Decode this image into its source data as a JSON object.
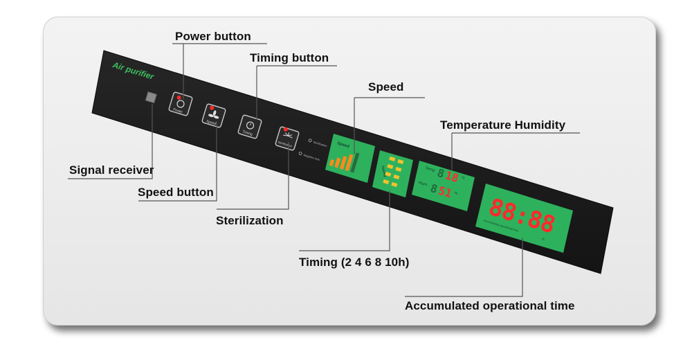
{
  "device": {
    "brand_label": "Air purifier",
    "buttons": {
      "power": "Power",
      "speed": "Speed",
      "timing": "Timing",
      "sterilization": "Sterilization"
    },
    "indicators": {
      "sterilization": "Sterilization",
      "negative_ion": "Negative ions"
    },
    "speed_panel": {
      "label": "Speed",
      "levels": 5
    },
    "timing_panel": {
      "label": "Timing",
      "options_hours": [
        2,
        4,
        6,
        8,
        10
      ]
    },
    "temp_panel": {
      "temp_label": "Temp",
      "temp_value": "18",
      "temp_unit": "°C",
      "hum_label": "Hum",
      "hum_value": "51",
      "hum_unit": "%"
    },
    "time_panel": {
      "value": "88:88",
      "label": "Accumulated operational time",
      "unit": "H"
    }
  },
  "callouts": {
    "power": "Power button",
    "timing": "Timing button",
    "speed": "Speed",
    "temp_humidity": "Temperature Humidity",
    "signal": "Signal receiver",
    "speed_button": "Speed button",
    "sterilization": "Sterilization",
    "timing_hours": "Timing (2 4 6 8 10h)",
    "accumulated": "Accumulated operational time"
  },
  "colors": {
    "panel": "#1c1c1c",
    "green": "#2eb15d",
    "led_red": "#ff2a2a",
    "led_orange": "#ff8a1c",
    "card": "#eeeeee"
  }
}
